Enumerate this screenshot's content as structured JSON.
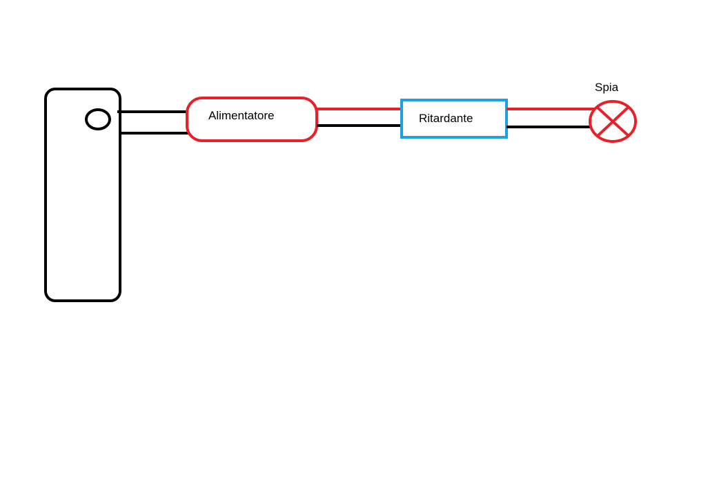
{
  "diagram": {
    "labels": {
      "power_supply": "Alimentatore",
      "delay_relay": "Ritardante",
      "indicator_lamp": "Spia"
    },
    "colors": {
      "neutral_wire": "#000000",
      "live_wire": "#e8202a",
      "power_supply_outline": "#e8202a",
      "delay_relay_outline": "#1aa3e0",
      "lamp": "#e8202a",
      "switch_panel": "#000000"
    }
  }
}
